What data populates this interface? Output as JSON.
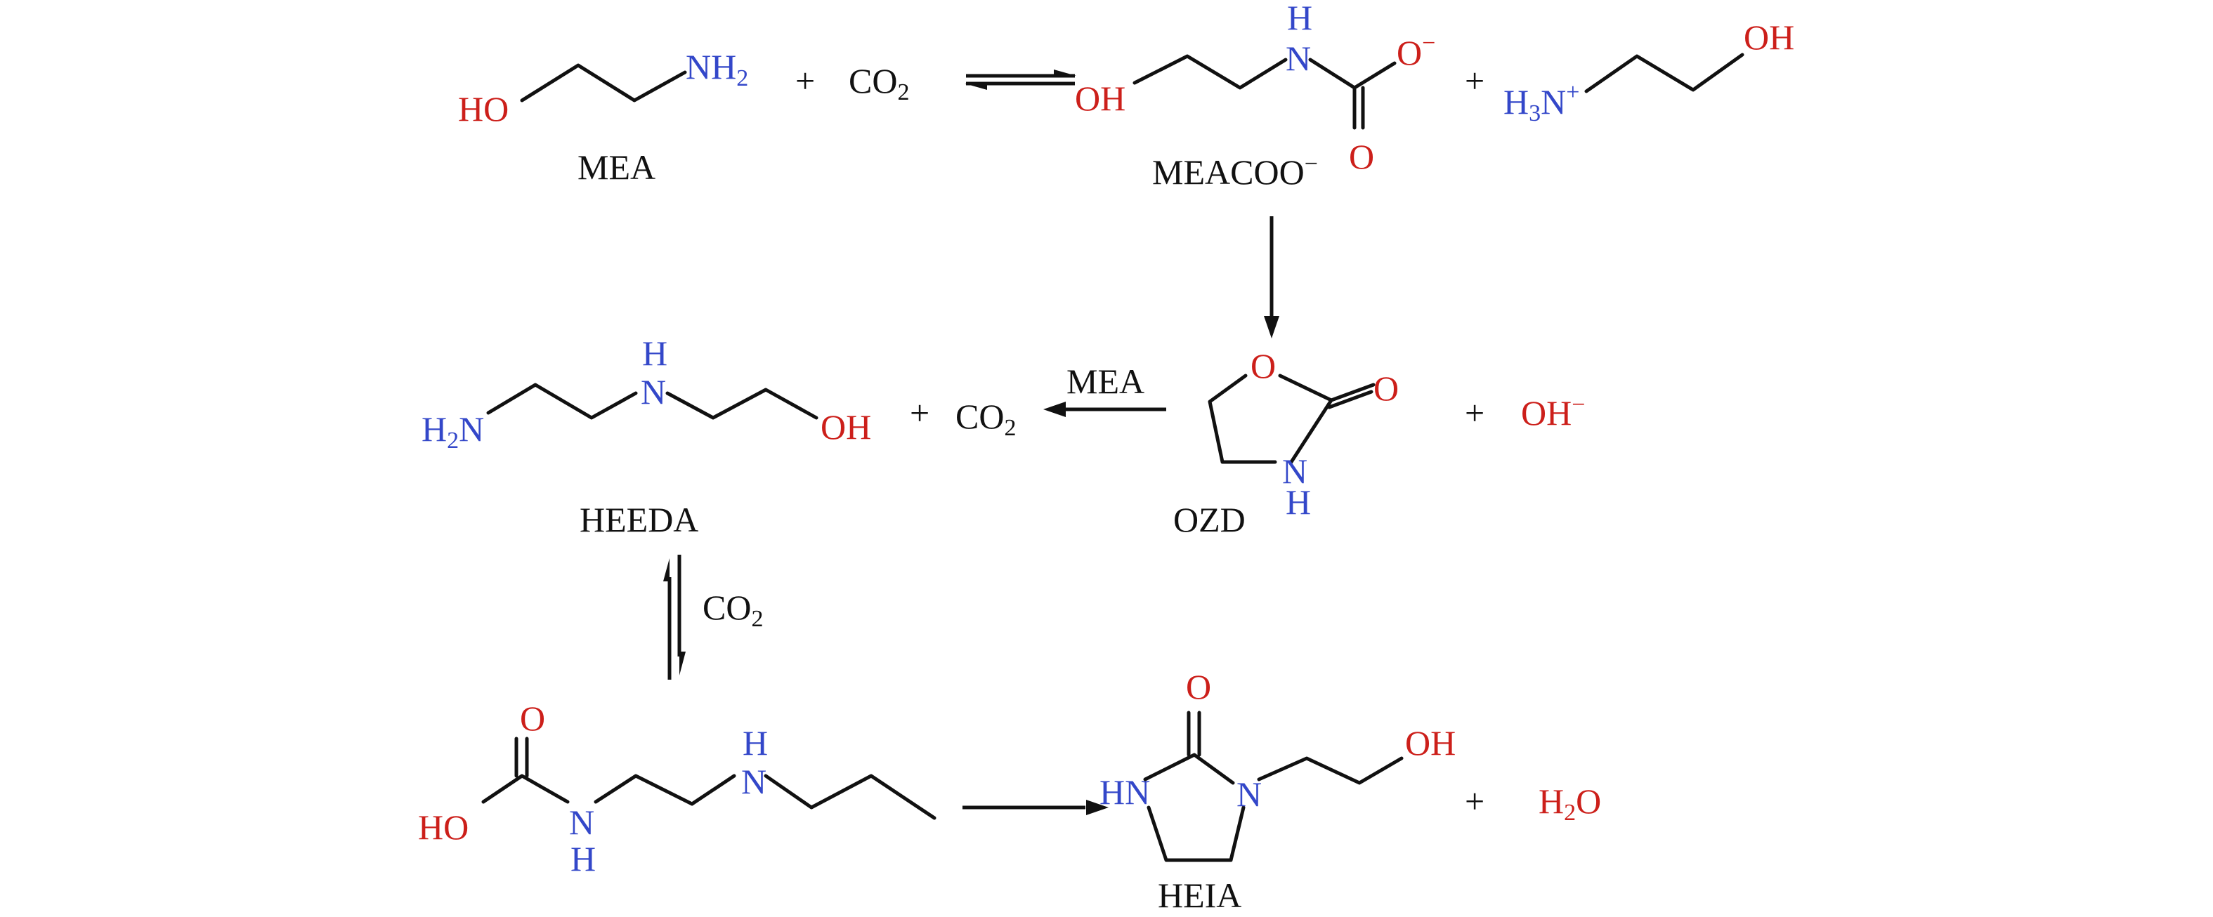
{
  "colors": {
    "nitrogen": "#3347c9",
    "oxygen": "#cc1f1a",
    "text": "#111111",
    "background": "#ffffff"
  },
  "atoms": {
    "ho": "HO",
    "oh": "OH",
    "n": "N",
    "h": "H",
    "hn": "HN",
    "o": "O",
    "nh": "N",
    "h3": "H",
    "h2": "H",
    "sub2": "2",
    "sub3": "3",
    "plus_charge": "+",
    "minus_charge": "−"
  },
  "species": {
    "co2_main": "CO",
    "oh_ion": "OH",
    "h2o": "H",
    "h2o_o": "O"
  },
  "labels": {
    "mea": "MEA",
    "meacoo": "MEACOO",
    "heeda": "HEEDA",
    "ozd": "OZD",
    "heia": "HEIA"
  },
  "operators": {
    "plus": "+"
  },
  "arrow_labels": {
    "mea_over_arrow": "MEA",
    "co2_equilibrium": "CO"
  }
}
